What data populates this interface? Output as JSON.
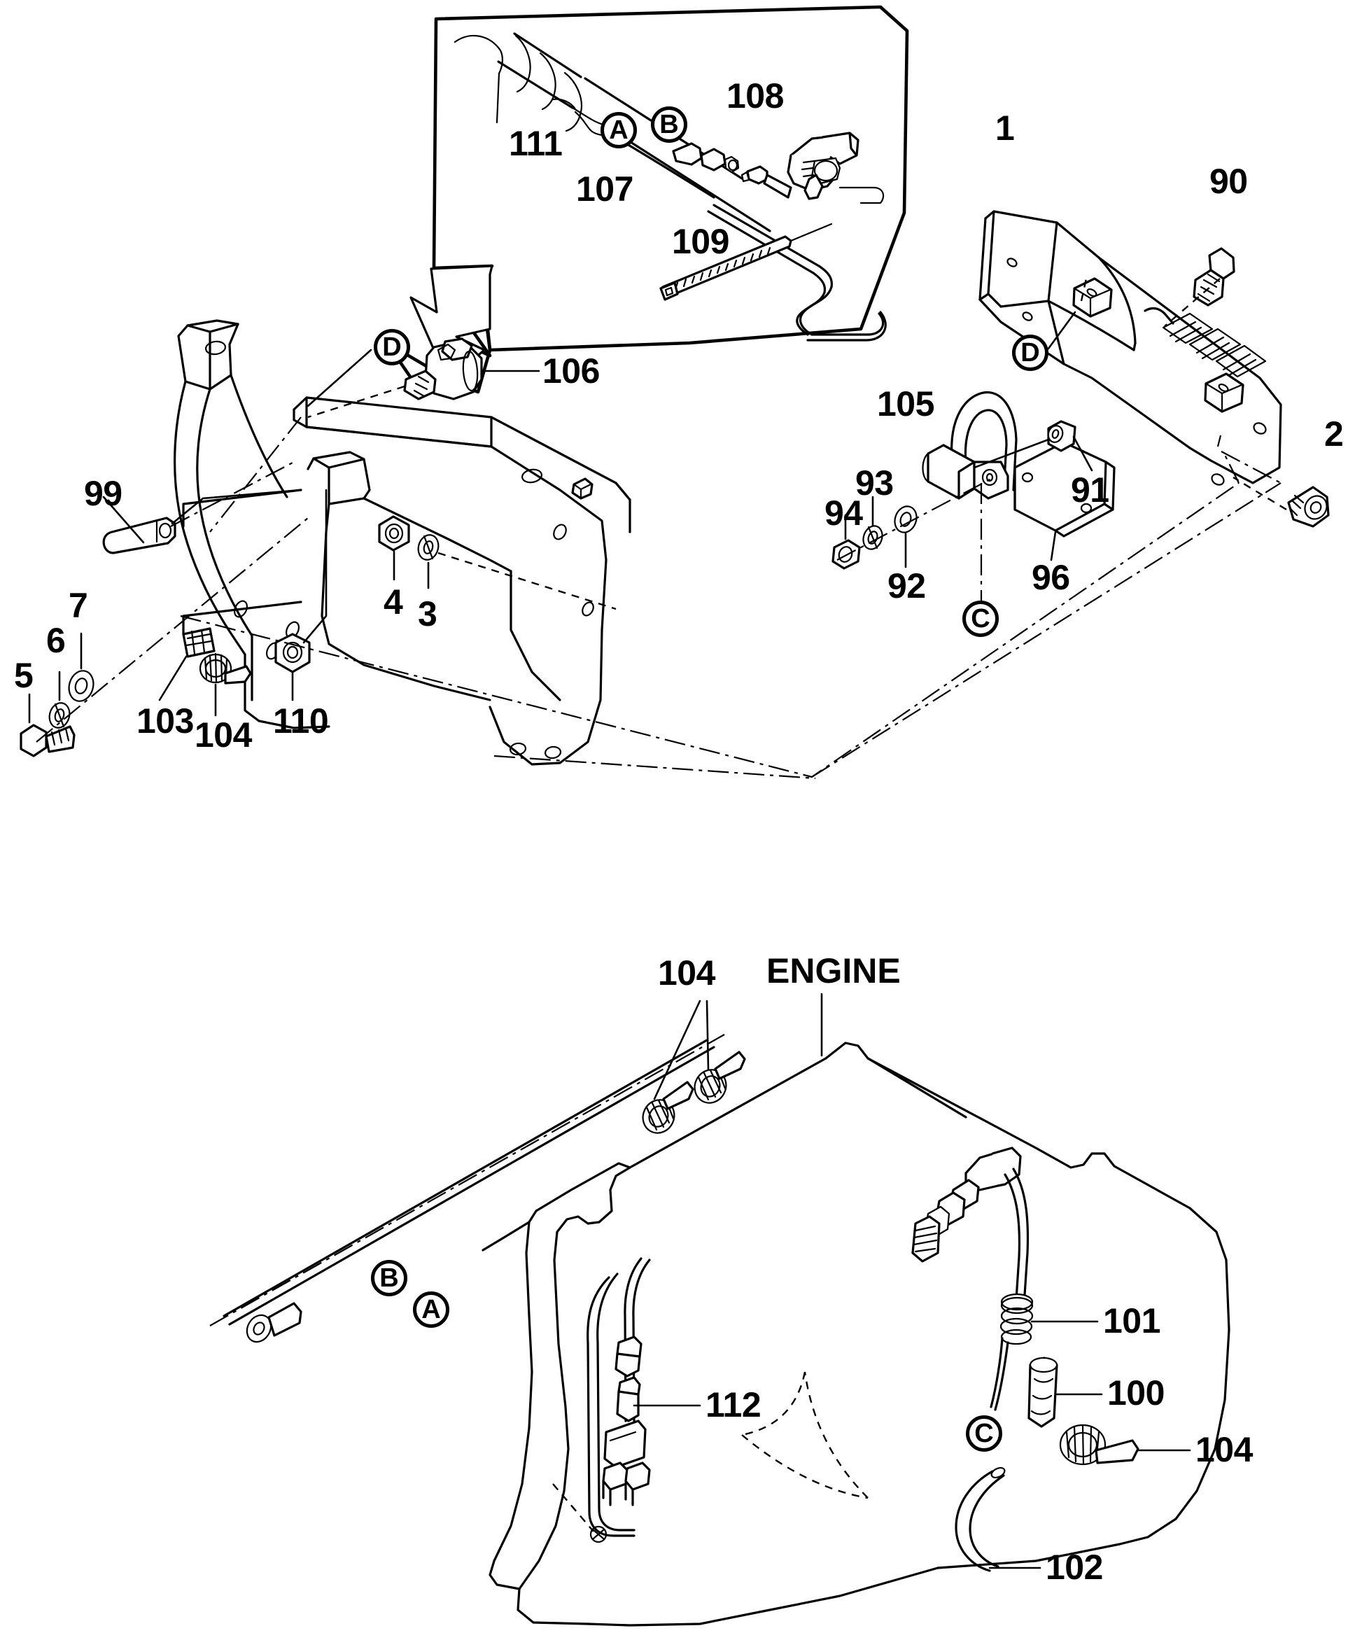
{
  "diagram": {
    "title_text": "ENGINE",
    "line_color": "#000000",
    "background_color": "#ffffff"
  },
  "inset_panel": {
    "name": "detail-inset",
    "callouts": [
      {
        "id": "111",
        "label": "111"
      },
      {
        "id": "108",
        "label": "108"
      },
      {
        "id": "107",
        "label": "107"
      },
      {
        "id": "109",
        "label": "109"
      }
    ],
    "ref_circles": [
      {
        "id": "A",
        "label": "A"
      },
      {
        "id": "B",
        "label": "B"
      }
    ]
  },
  "upper_assembly": {
    "name": "upper-bracket-assembly",
    "callouts": [
      {
        "id": "1",
        "label": "1"
      },
      {
        "id": "90",
        "label": "90"
      },
      {
        "id": "2",
        "label": "2"
      },
      {
        "id": "106",
        "label": "106"
      },
      {
        "id": "99",
        "label": "99"
      },
      {
        "id": "7",
        "label": "7"
      },
      {
        "id": "6",
        "label": "6"
      },
      {
        "id": "5",
        "label": "5"
      },
      {
        "id": "103",
        "label": "103"
      },
      {
        "id": "104",
        "label": "104"
      },
      {
        "id": "110",
        "label": "110"
      },
      {
        "id": "4",
        "label": "4"
      },
      {
        "id": "3",
        "label": "3"
      },
      {
        "id": "105",
        "label": "105"
      },
      {
        "id": "93",
        "label": "93"
      },
      {
        "id": "94",
        "label": "94"
      },
      {
        "id": "92",
        "label": "92"
      },
      {
        "id": "96",
        "label": "96"
      },
      {
        "id": "91",
        "label": "91"
      }
    ],
    "ref_circles": [
      {
        "id": "D-left",
        "label": "D"
      },
      {
        "id": "D-right",
        "label": "D"
      },
      {
        "id": "C",
        "label": "C"
      }
    ]
  },
  "lower_assembly": {
    "name": "engine-assembly",
    "engine_label": "ENGINE",
    "callouts": [
      {
        "id": "104-top",
        "label": "104"
      },
      {
        "id": "112",
        "label": "112"
      },
      {
        "id": "101",
        "label": "101"
      },
      {
        "id": "100",
        "label": "100"
      },
      {
        "id": "104-right",
        "label": "104"
      },
      {
        "id": "102",
        "label": "102"
      }
    ],
    "ref_circles": [
      {
        "id": "B",
        "label": "B"
      },
      {
        "id": "A",
        "label": "A"
      },
      {
        "id": "C",
        "label": "C"
      }
    ]
  }
}
